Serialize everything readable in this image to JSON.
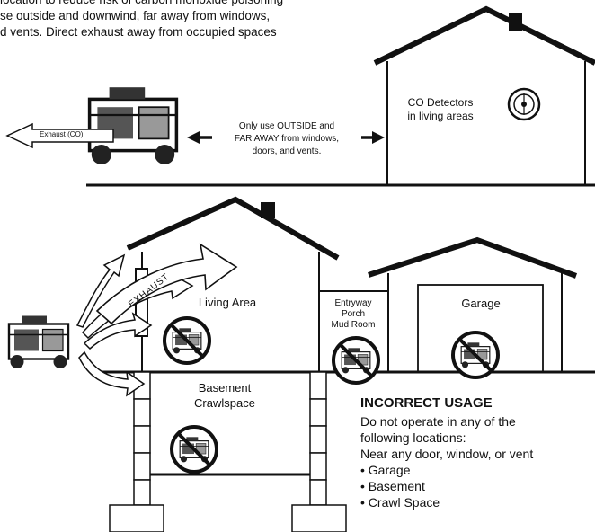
{
  "intro": {
    "line1": "location to reduce risk of carbon monoxide poisoning",
    "line2": "se outside and downwind, far away from windows,",
    "line3": "d vents. Direct exhaust away from occupied spaces"
  },
  "top_scene": {
    "exhaust_label": "Exhaust (CO)",
    "instruction_lines": [
      "Only use OUTSIDE and",
      "FAR AWAY from windows,",
      "doors, and vents."
    ],
    "detector_lines": [
      "CO Detectors",
      "in living areas"
    ]
  },
  "house": {
    "exhaust_label": "EXHAUST",
    "living_area": "Living Area",
    "entry_lines": [
      "Entryway",
      "Porch",
      "Mud Room"
    ],
    "garage": "Garage",
    "basement_lines": [
      "Basement",
      "Crawlspace"
    ]
  },
  "usage": {
    "heading": "INCORRECT USAGE",
    "line1": "Do not operate in any of the",
    "line2": "following locations:",
    "line3": "Near any door, window, or vent",
    "items": [
      "Garage",
      "Basement",
      "Crawl Space"
    ]
  },
  "icons": {
    "prohibited": "no-generator-icon",
    "detector": "co-detector-icon",
    "generator": "generator-icon"
  }
}
